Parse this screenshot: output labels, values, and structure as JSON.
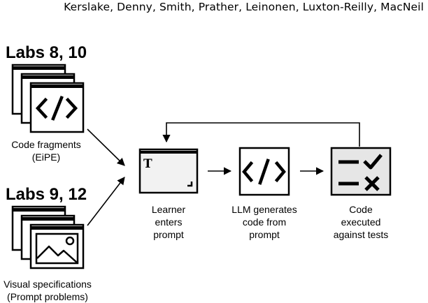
{
  "header": {
    "authors": "Kerslake, Denny, Smith, Prather, Leinonen, Luxton-Reilly, MacNeil"
  },
  "groups": [
    {
      "title": "Labs 8, 10",
      "caption_line1": "Code fragments",
      "caption_line2": "(EiPE)",
      "icon": "code-brackets-icon"
    },
    {
      "title": "Labs 9, 12",
      "caption_line1": "Visual specifications",
      "caption_line2": "(Prompt problems)",
      "icon": "image-icon"
    }
  ],
  "steps": [
    {
      "icon": "text-prompt-icon",
      "label_line1": "Learner",
      "label_line2": "enters",
      "label_line3": "prompt"
    },
    {
      "icon": "code-brackets-icon",
      "label_line1": "LLM generates",
      "label_line2": "code from",
      "label_line3": "prompt"
    },
    {
      "icon": "test-results-icon",
      "label_line1": "Code",
      "label_line2": "executed",
      "label_line3": "against tests"
    }
  ],
  "prompt_icon_glyph": "T"
}
